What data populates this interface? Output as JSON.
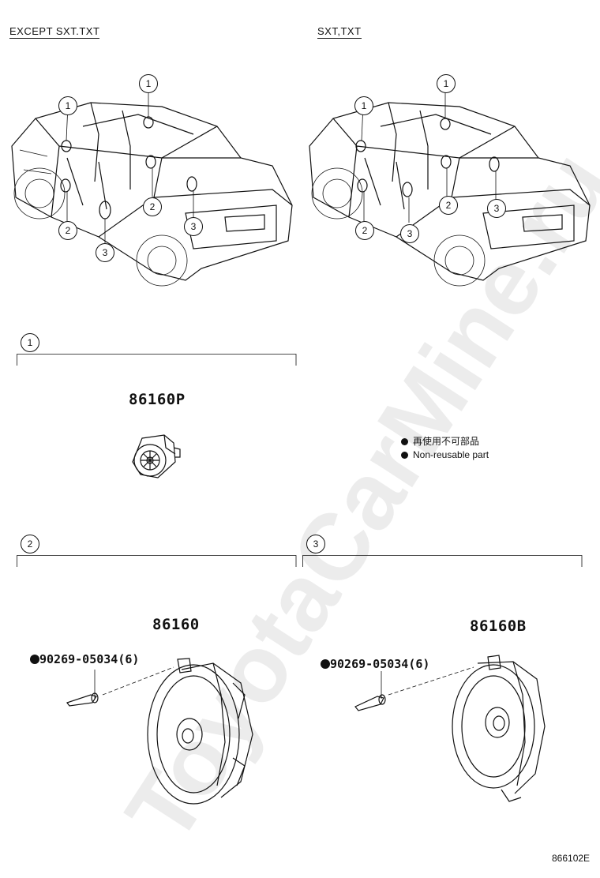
{
  "headers": {
    "left": "EXCEPT SXT.TXT",
    "right": "SXT,TXT"
  },
  "sections": [
    {
      "number": "1",
      "part": "86160P"
    },
    {
      "number": "2",
      "part": "86160",
      "fastener": "90269-05034(6)"
    },
    {
      "number": "3",
      "part": "86160B",
      "fastener": "90269-05034(6)"
    }
  ],
  "legend": {
    "japanese": "再使用不可部品",
    "english": "Non-reusable part"
  },
  "diagram_labels": {
    "left_truck": [
      "1",
      "1",
      "2",
      "2",
      "3",
      "3"
    ],
    "right_truck": [
      "1",
      "1",
      "2",
      "2",
      "3",
      "3"
    ]
  },
  "footer_code": "866102E",
  "watermark": "ToyotaCarMine.ru"
}
